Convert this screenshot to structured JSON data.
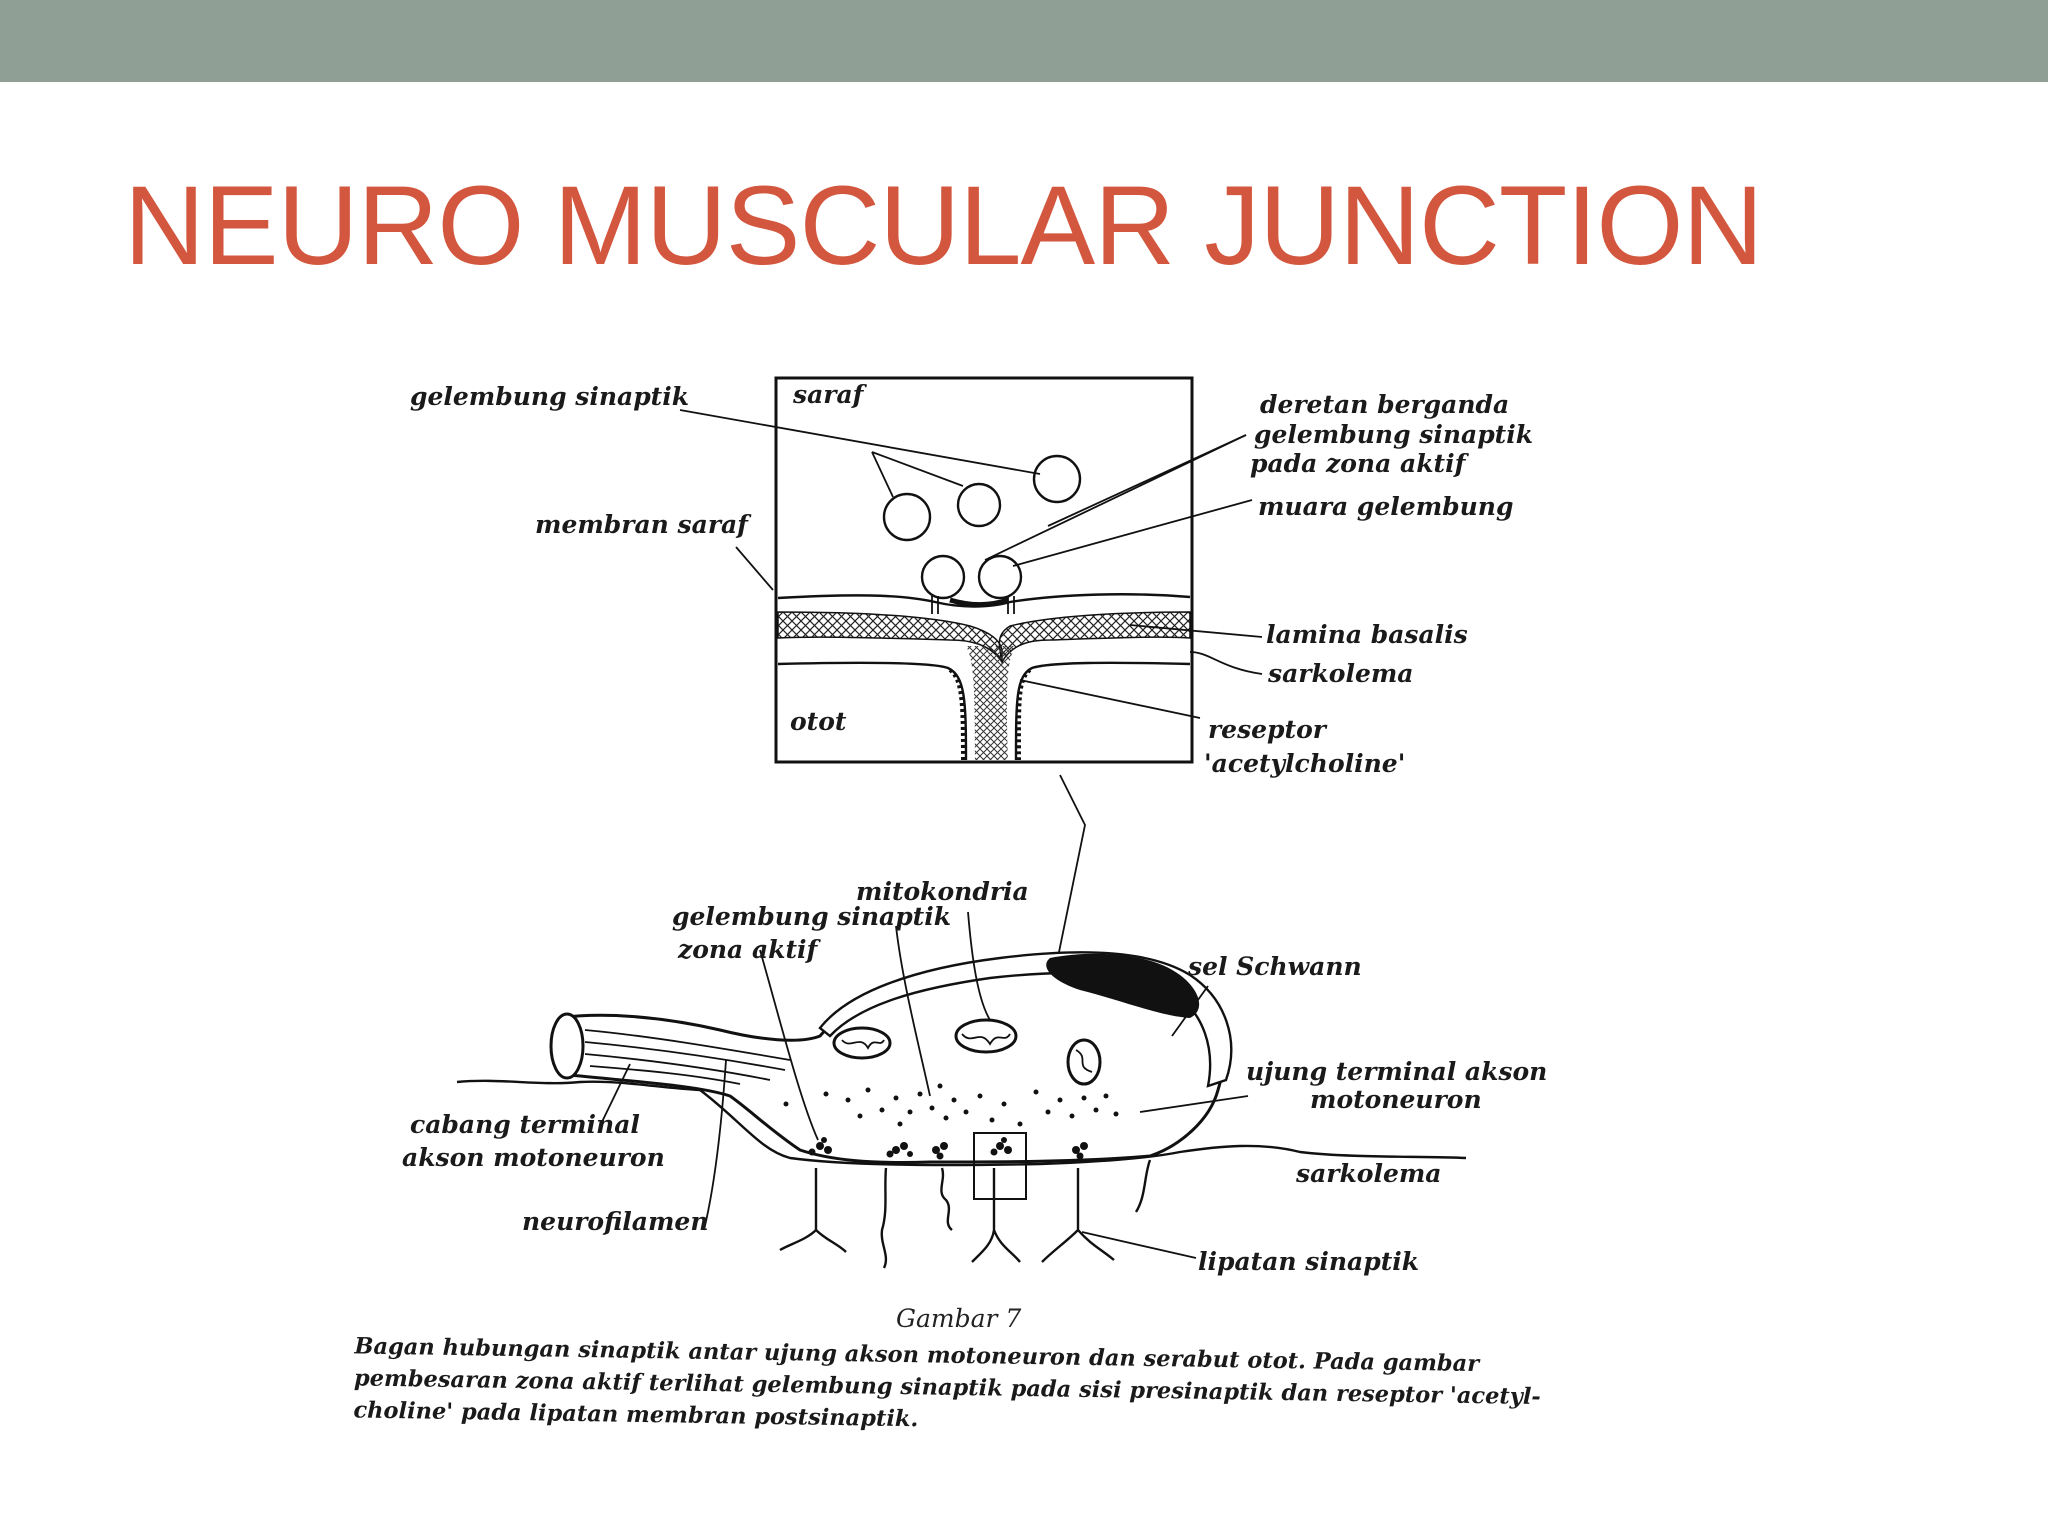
{
  "slide": {
    "title": "NEURO MUSCULAR JUNCTION"
  },
  "figure": {
    "inset_labels": {
      "saraf": "saraf",
      "otot": "otot",
      "gelembung_sinaptik": "gelembung sinaptik",
      "membran_saraf": "membran saraf",
      "deretan_1": "deretan berganda",
      "deretan_2": "gelembung sinaptik",
      "deretan_3": "pada zona aktif",
      "muara_gelembung": "muara gelembung",
      "lamina_basalis": "lamina basalis",
      "sarkolema": "sarkolema",
      "reseptor_1": "reseptor",
      "reseptor_2": "'acetylcholine'"
    },
    "main_labels": {
      "mitokondria": "mitokondria",
      "gelembung_sinaptik": "gelembung sinaptik",
      "zona_aktif": "zona aktif",
      "sel_schwann": "sel Schwann",
      "ujung_1": "ujung terminal akson",
      "ujung_2": "motoneuron",
      "cabang_1": "cabang terminal",
      "cabang_2": "akson motoneuron",
      "sarkolema": "sarkolema",
      "neurofilamen": "neurofilamen",
      "lipatan_sinaptik": "lipatan sinaptik"
    },
    "figure_number": "Gambar 7",
    "caption_lines": [
      "Bagan hubungan sinaptik antar ujung akson motoneuron dan serabut otot. Pada gambar",
      "pembesaran zona aktif terlihat gelembung sinaptik pada sisi presinaptik dan reseptor 'acetyl-",
      "choline' pada lipatan membran postsinaptik."
    ]
  }
}
